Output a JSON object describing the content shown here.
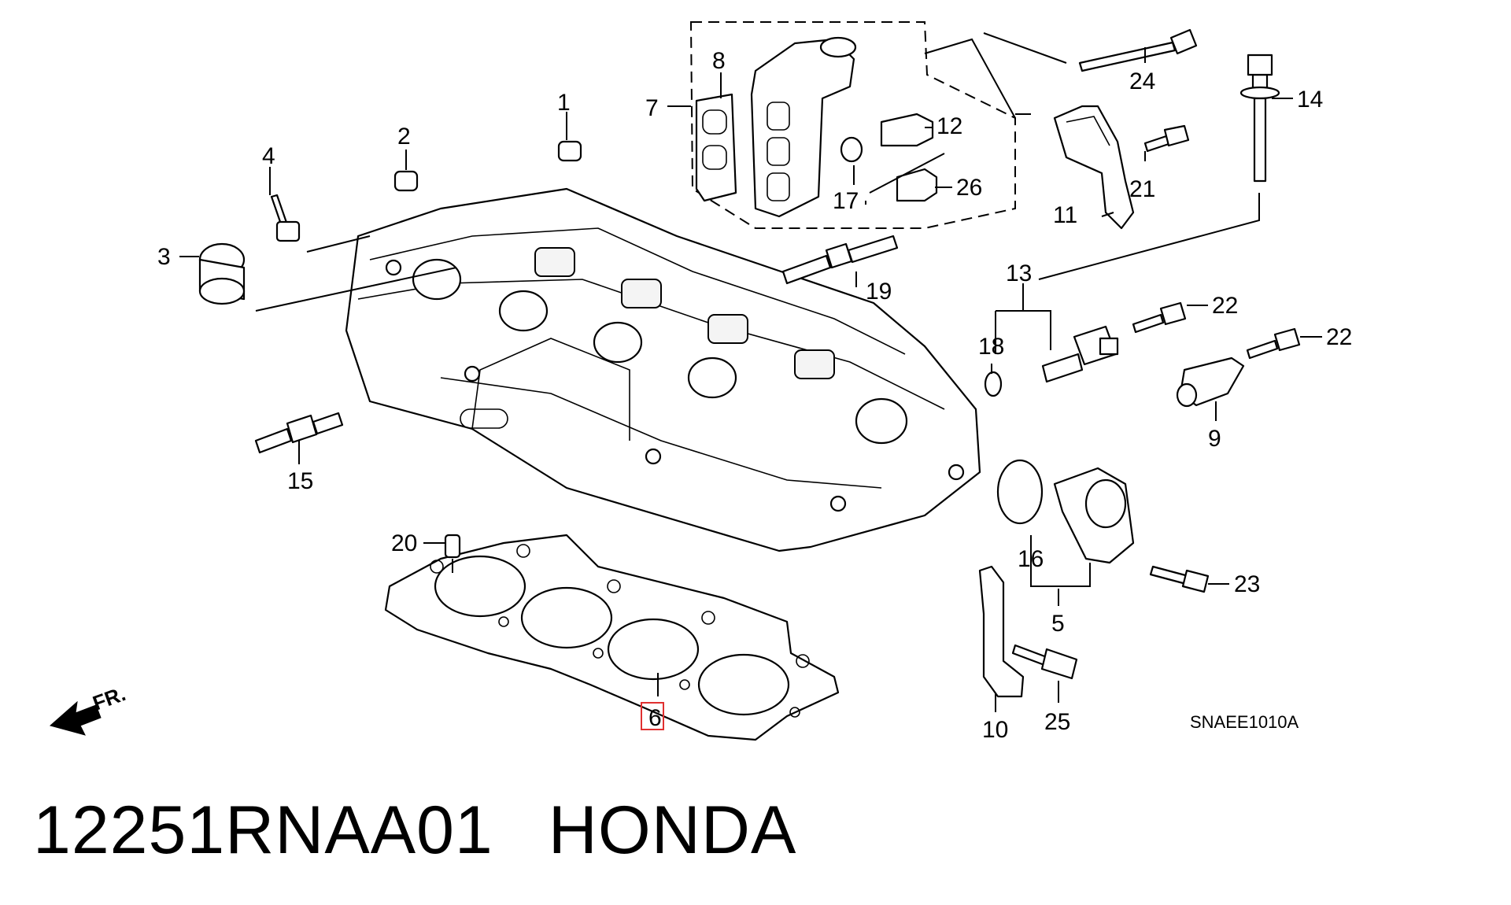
{
  "diagram": {
    "callouts": [
      "1",
      "2",
      "3",
      "4",
      "5",
      "6",
      "7",
      "8",
      "9",
      "10",
      "11",
      "12",
      "13",
      "14",
      "15",
      "16",
      "17",
      "18",
      "19",
      "20",
      "21",
      "22",
      "22",
      "23",
      "24",
      "25",
      "26"
    ],
    "direction_marker": "FR.",
    "drawing_code": "SNAEE1010A",
    "highlighted_callout": "6",
    "highlight_color": "#e03030"
  },
  "footer": {
    "part_number": "12251RNAA01",
    "brand": "HONDA"
  }
}
